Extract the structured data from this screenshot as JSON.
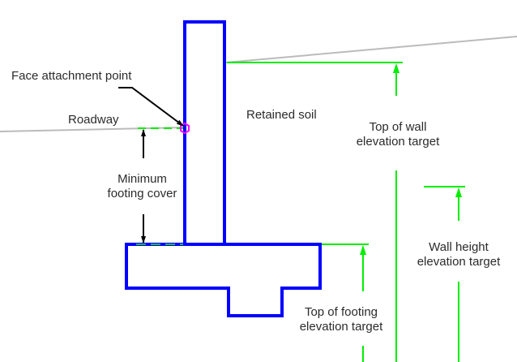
{
  "diagram": {
    "title": "Retaining wall elevation targets",
    "colors": {
      "wall": "#0000ff",
      "target": "#00ee00",
      "ground": "#bbbbbb",
      "attachment_point": "#ff00ff",
      "leader": "#000000",
      "text": "#2b2b2b"
    },
    "labels": {
      "face_attachment_point": "Face attachment point",
      "roadway": "Roadway",
      "retained_soil": "Retained soil",
      "top_of_wall_line1": "Top of wall",
      "top_of_wall_line2": "elevation target",
      "min_cover_line1": "Minimum",
      "min_cover_line2": "footing cover",
      "wall_height_line1": "Wall height",
      "wall_height_line2": "elevation target",
      "top_of_footing_line1": "Top of footing",
      "top_of_footing_line2": "elevation target"
    }
  }
}
